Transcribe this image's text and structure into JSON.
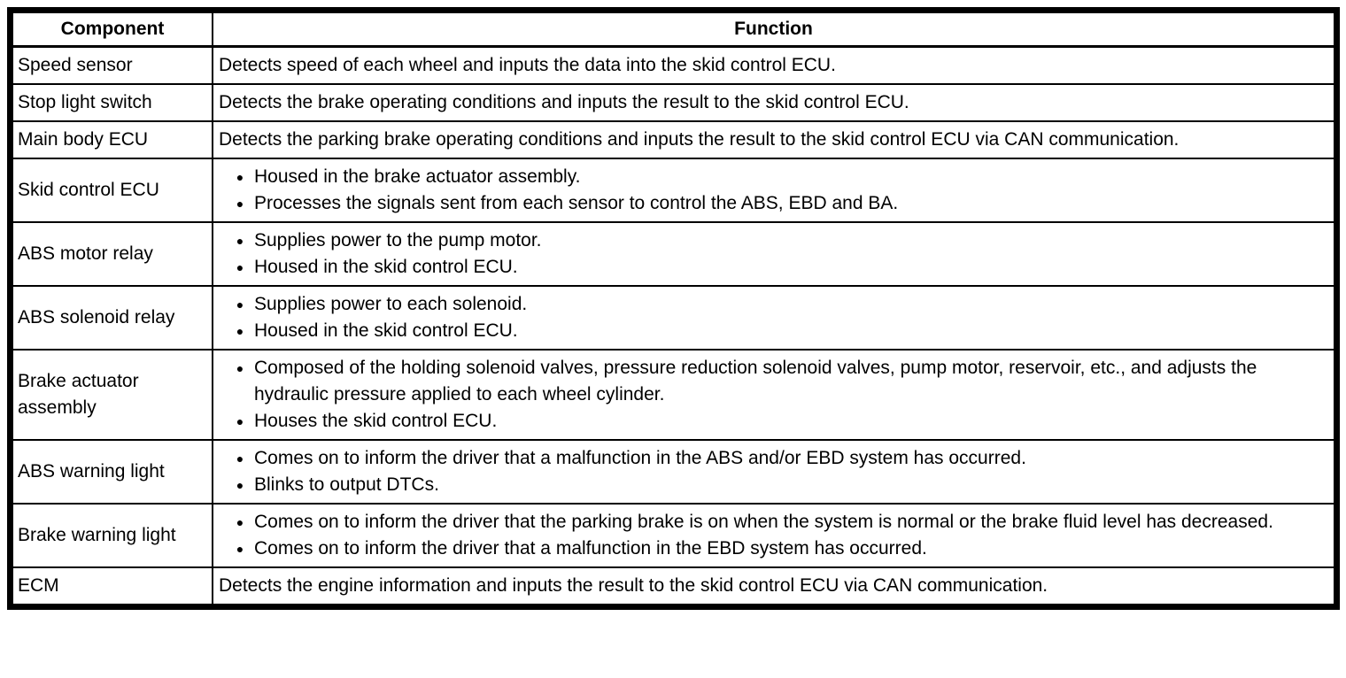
{
  "colors": {
    "border": "#000000",
    "text": "#000000",
    "background": "#ffffff"
  },
  "icons": {
    "bullet": "●"
  },
  "table": {
    "headers": [
      "Component",
      "Function"
    ],
    "rows": [
      {
        "component": "Speed sensor",
        "function_text": "Detects speed of each wheel and inputs the data into the skid control ECU."
      },
      {
        "component": "Stop light switch",
        "function_text": "Detects the brake operating conditions and inputs the result to the skid control ECU."
      },
      {
        "component": "Main body ECU",
        "function_text": "Detects the parking brake operating conditions and inputs the result to the skid control ECU via CAN communication."
      },
      {
        "component": "Skid control ECU",
        "bullets": [
          "Housed in the brake actuator assembly.",
          "Processes the signals sent from each sensor to control the ABS, EBD and BA."
        ]
      },
      {
        "component": "ABS motor relay",
        "bullets": [
          "Supplies power to the pump motor.",
          "Housed in the skid control ECU."
        ]
      },
      {
        "component": "ABS solenoid relay",
        "bullets": [
          "Supplies power to each solenoid.",
          "Housed in the skid control ECU."
        ]
      },
      {
        "component": "Brake actuator assembly",
        "bullets": [
          "Composed of the holding solenoid valves, pressure reduction solenoid valves, pump motor, reservoir, etc., and adjusts the hydraulic pressure applied to each wheel cylinder.",
          "Houses the skid control ECU."
        ]
      },
      {
        "component": "ABS warning light",
        "bullets": [
          "Comes on to inform the driver that a malfunction in the ABS and/or EBD system has occurred.",
          "Blinks to output DTCs."
        ]
      },
      {
        "component": "Brake warning light",
        "bullets": [
          "Comes on to inform the driver that the parking brake is on when the system is normal or the brake fluid level has decreased.",
          "Comes on to inform the driver that a malfunction in the EBD system has occurred."
        ]
      },
      {
        "component": "ECM",
        "function_text": "Detects the engine information and inputs the result to the skid control ECU via CAN communication."
      }
    ]
  }
}
